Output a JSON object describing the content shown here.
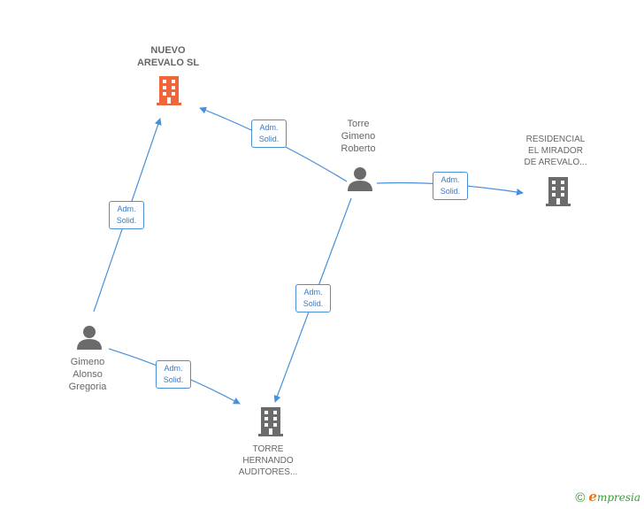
{
  "nodes": {
    "nuevo_arevalo": {
      "lines": [
        "NUEVO",
        "AREVALO SL"
      ],
      "type": "company",
      "main": true,
      "color": "#f0663a"
    },
    "torre_gimeno": {
      "lines": [
        "Torre",
        "Gimeno",
        "Roberto"
      ],
      "type": "person"
    },
    "residencial": {
      "lines": [
        "RESIDENCIAL",
        "EL MIRADOR",
        "DE AREVALO..."
      ],
      "type": "company"
    },
    "gimeno_alonso": {
      "lines": [
        "Gimeno",
        "Alonso",
        "Gregoria"
      ],
      "type": "person"
    },
    "torre_hernando": {
      "lines": [
        "TORRE",
        "HERNANDO",
        "AUDITORES..."
      ],
      "type": "company"
    }
  },
  "edges": [
    {
      "id": "e1",
      "from": "torre_gimeno",
      "to": "nuevo_arevalo",
      "lines": [
        "Adm.",
        "Solid."
      ]
    },
    {
      "id": "e2",
      "from": "torre_gimeno",
      "to": "residencial",
      "lines": [
        "Adm.",
        "Solid."
      ]
    },
    {
      "id": "e3",
      "from": "gimeno_alonso",
      "to": "nuevo_arevalo",
      "lines": [
        "Adm.",
        "Solid."
      ]
    },
    {
      "id": "e4",
      "from": "torre_gimeno",
      "to": "torre_hernando",
      "lines": [
        "Adm.",
        "Solid."
      ]
    },
    {
      "id": "e5",
      "from": "gimeno_alonso",
      "to": "torre_hernando",
      "lines": [
        "Adm.",
        "Solid."
      ]
    }
  ],
  "colors": {
    "edge": "#4a90d9",
    "icon": "#6b6b6b",
    "main_icon": "#f0663a"
  },
  "brand": {
    "copyright": "©",
    "e": "e",
    "rest": "mpresia"
  }
}
